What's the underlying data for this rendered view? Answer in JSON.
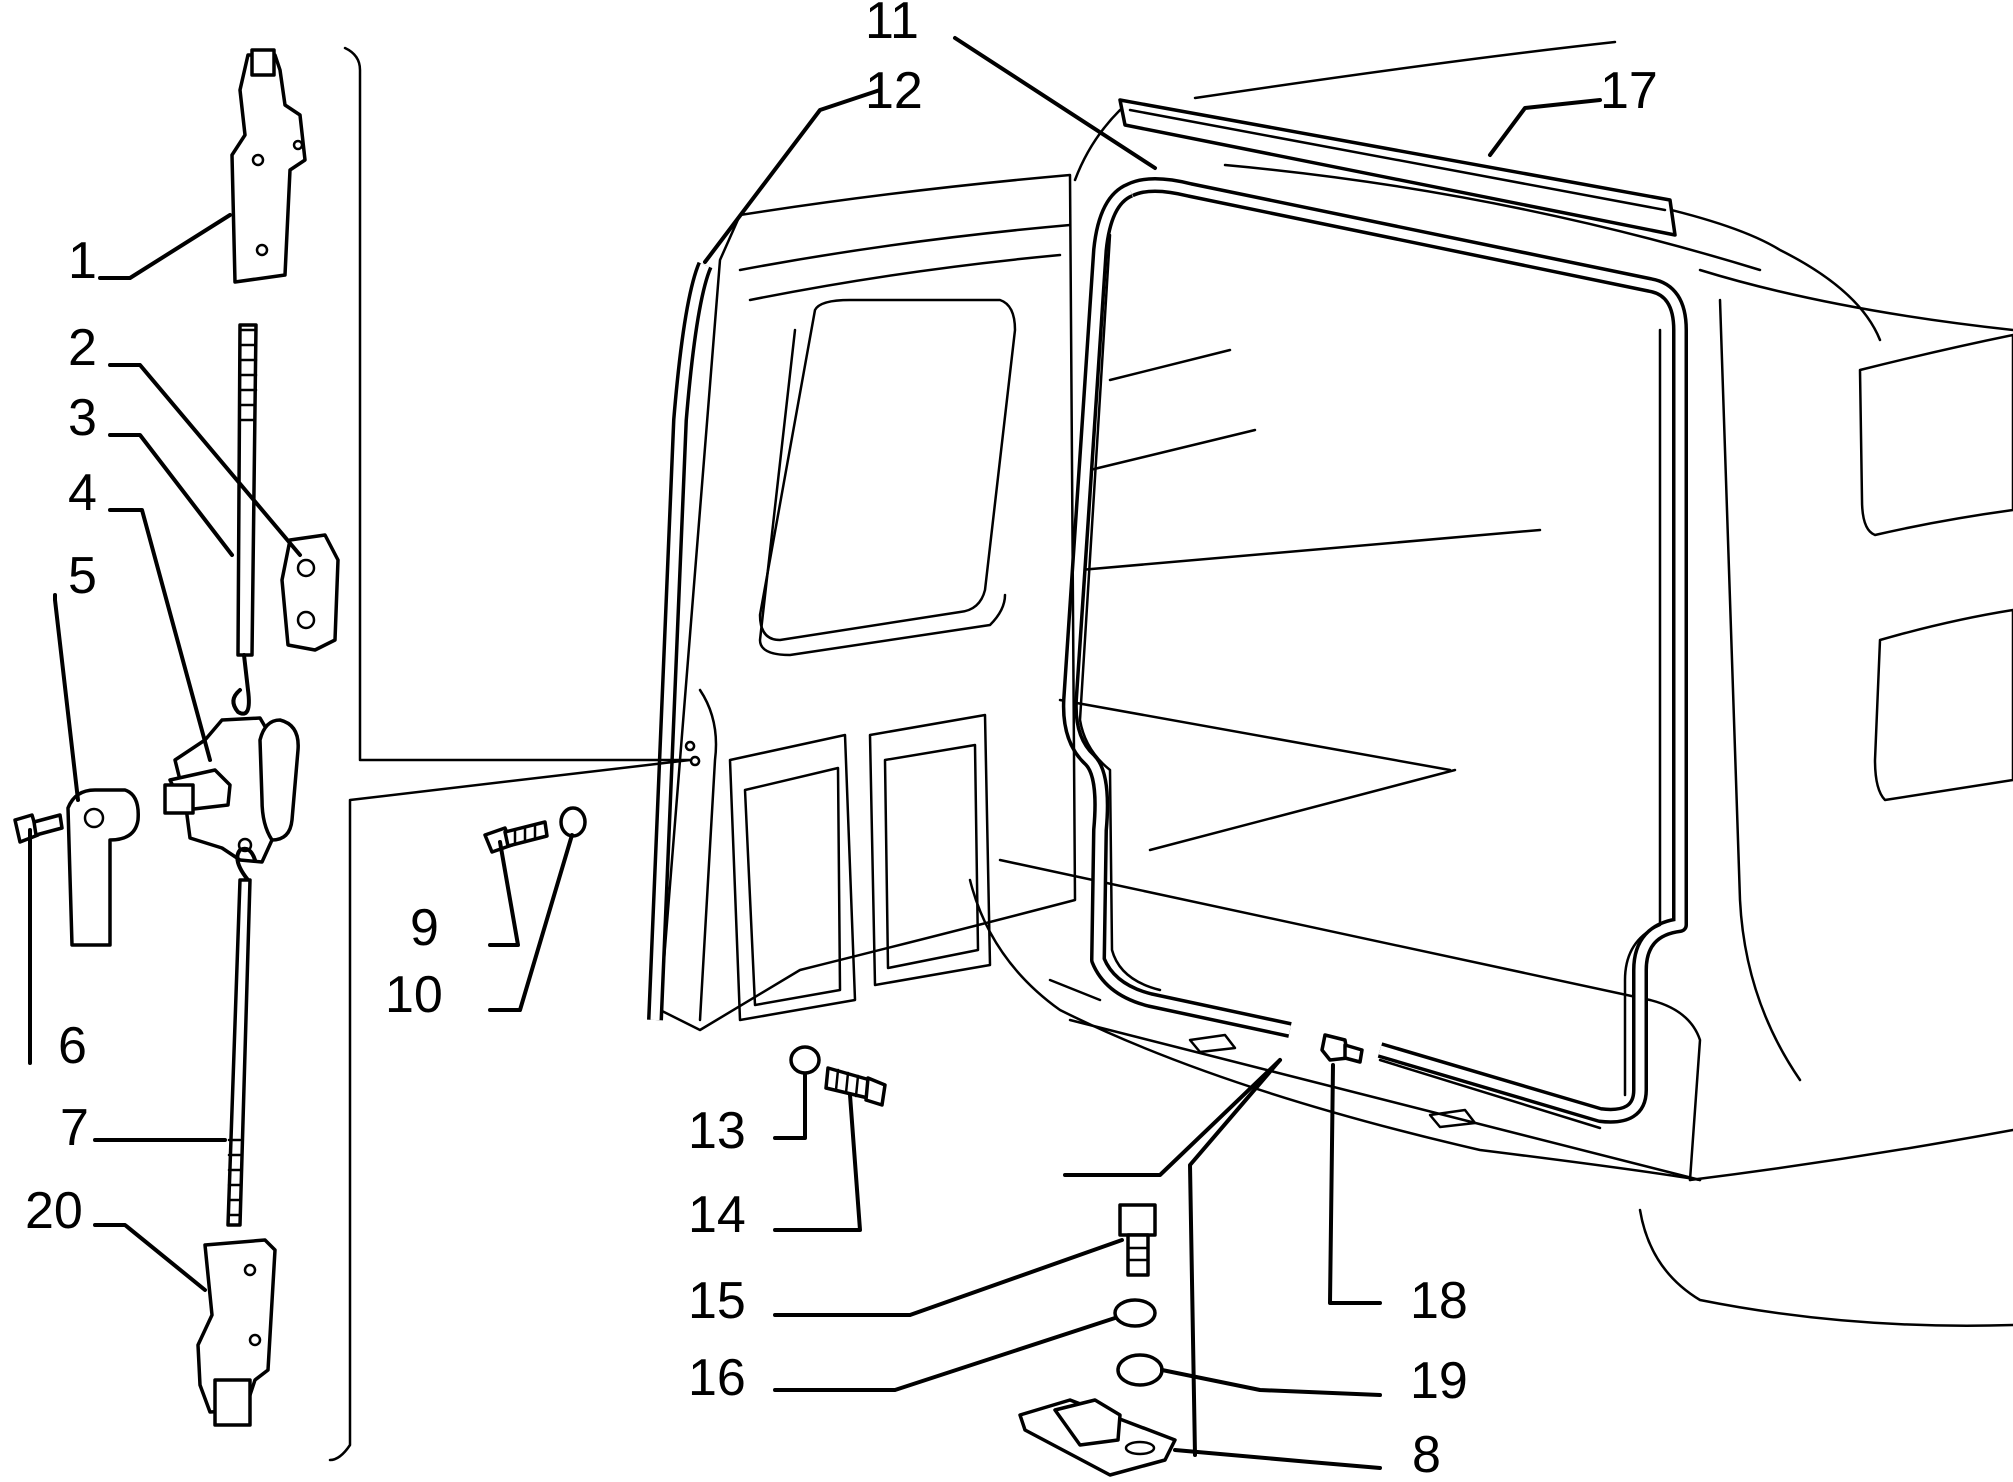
{
  "callouts": [
    {
      "id": "c1",
      "text": "1"
    },
    {
      "id": "c2",
      "text": "2"
    },
    {
      "id": "c3",
      "text": "3"
    },
    {
      "id": "c4",
      "text": "4"
    },
    {
      "id": "c5",
      "text": "5"
    },
    {
      "id": "c6",
      "text": "6"
    },
    {
      "id": "c7",
      "text": "7"
    },
    {
      "id": "c8",
      "text": "8"
    },
    {
      "id": "c9",
      "text": "9"
    },
    {
      "id": "c10",
      "text": "10"
    },
    {
      "id": "c11",
      "text": "11"
    },
    {
      "id": "c12",
      "text": "12"
    },
    {
      "id": "c13",
      "text": "13"
    },
    {
      "id": "c14",
      "text": "14"
    },
    {
      "id": "c15",
      "text": "15"
    },
    {
      "id": "c16",
      "text": "16"
    },
    {
      "id": "c17",
      "text": "17"
    },
    {
      "id": "c18",
      "text": "18"
    },
    {
      "id": "c19",
      "text": "19"
    },
    {
      "id": "c20",
      "text": "20"
    }
  ],
  "colors": {
    "line": "#000000",
    "background": "#ffffff"
  }
}
